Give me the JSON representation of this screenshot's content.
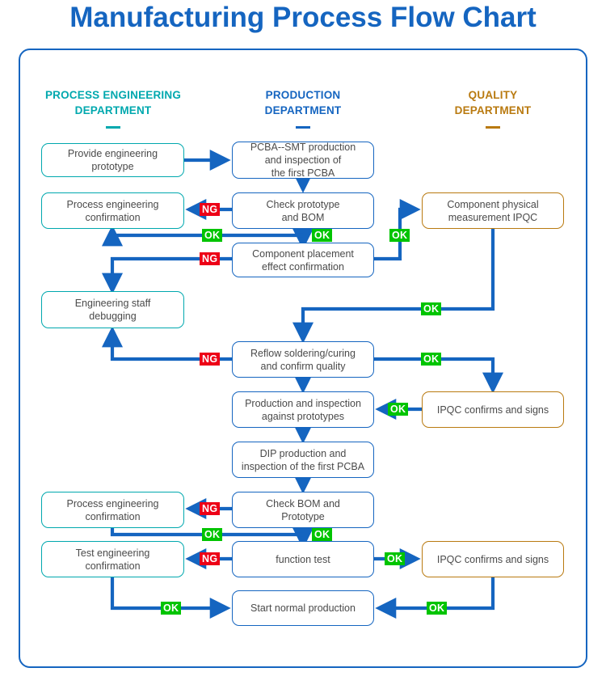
{
  "page": {
    "title": "Manufacturing Process Flow Chart",
    "title_color": "#1565C0",
    "frame_color": "#1565C0",
    "background": "#FFFFFF"
  },
  "palette": {
    "teal": "#00A8AE",
    "blue": "#1565C0",
    "orange": "#B97A10",
    "ok_green": "#00C400",
    "ng_red": "#ED0016",
    "connector": "#1565C0",
    "node_text": "#4A4A4A"
  },
  "columns": [
    {
      "id": "process-engineering",
      "line1": "PROCESS ENGINEERING",
      "line2": "DEPARTMENT",
      "color": "#00A8AE"
    },
    {
      "id": "production",
      "line1": "PRODUCTION",
      "line2": "DEPARTMENT",
      "color": "#1565C0"
    },
    {
      "id": "quality",
      "line1": "QUALITY",
      "line2": "DEPARTMENT",
      "color": "#B97A10"
    }
  ],
  "nodes": [
    {
      "id": "provide-engineering-prototype",
      "column": "process-engineering",
      "lines": [
        "Provide engineering",
        "prototype"
      ]
    },
    {
      "id": "pcba-smt-production",
      "column": "production",
      "lines": [
        "PCBA--SMT production",
        "and inspection of",
        "the first PCBA"
      ]
    },
    {
      "id": "process-engineering-confirmation-1",
      "column": "process-engineering",
      "lines": [
        "Process engineering",
        "confirmation"
      ]
    },
    {
      "id": "check-prototype-and-bom",
      "column": "production",
      "lines": [
        "Check prototype",
        "and BOM"
      ]
    },
    {
      "id": "component-physical-measurement",
      "column": "quality",
      "lines": [
        "Component physical",
        "measurement IPQC"
      ]
    },
    {
      "id": "component-placement-effect",
      "column": "production",
      "lines": [
        "Component placement",
        "effect confirmation"
      ]
    },
    {
      "id": "engineering-staff-debugging",
      "column": "process-engineering",
      "lines": [
        "Engineering staff",
        "debugging"
      ]
    },
    {
      "id": "reflow-soldering-curing",
      "column": "production",
      "lines": [
        "Reflow soldering/curing",
        "and confirm quality"
      ]
    },
    {
      "id": "production-inspection-prototypes",
      "column": "production",
      "lines": [
        "Production and inspection",
        "against prototypes"
      ]
    },
    {
      "id": "ipqc-confirms-signs-1",
      "column": "quality",
      "lines": [
        "IPQC confirms and signs"
      ]
    },
    {
      "id": "dip-production-inspection",
      "column": "production",
      "lines": [
        "DIP production and",
        "inspection of the first PCBA"
      ]
    },
    {
      "id": "process-engineering-confirmation-2",
      "column": "process-engineering",
      "lines": [
        "Process engineering",
        "confirmation"
      ]
    },
    {
      "id": "check-bom-and-prototype",
      "column": "production",
      "lines": [
        "Check BOM and",
        "Prototype"
      ]
    },
    {
      "id": "test-engineering-confirmation",
      "column": "process-engineering",
      "lines": [
        "Test engineering",
        "confirmation"
      ]
    },
    {
      "id": "function-test",
      "column": "production",
      "lines": [
        "function test"
      ]
    },
    {
      "id": "ipqc-confirms-signs-2",
      "column": "quality",
      "lines": [
        "IPQC confirms and signs"
      ]
    },
    {
      "id": "start-normal-production",
      "column": "production",
      "lines": [
        "Start normal production"
      ]
    }
  ],
  "badges": [
    {
      "id": "ng-check-prototype",
      "label": "NG"
    },
    {
      "id": "ok-check-prototype-left",
      "label": "OK"
    },
    {
      "id": "ok-check-prototype-down",
      "label": "OK"
    },
    {
      "id": "ok-placement-to-quality",
      "label": "OK"
    },
    {
      "id": "ng-component-placement",
      "label": "NG"
    },
    {
      "id": "ok-quality-to-reflow",
      "label": "OK"
    },
    {
      "id": "ng-reflow",
      "label": "NG"
    },
    {
      "id": "ok-reflow-to-ipqc",
      "label": "OK"
    },
    {
      "id": "ok-ipqc-to-production",
      "label": "OK"
    },
    {
      "id": "ng-check-bom",
      "label": "NG"
    },
    {
      "id": "ok-check-bom-left",
      "label": "OK"
    },
    {
      "id": "ok-check-bom-down",
      "label": "OK"
    },
    {
      "id": "ng-function-test",
      "label": "NG"
    },
    {
      "id": "ok-function-test-right",
      "label": "OK"
    },
    {
      "id": "ok-test-eng-to-start",
      "label": "OK"
    },
    {
      "id": "ok-ipqc2-to-start",
      "label": "OK"
    }
  ]
}
